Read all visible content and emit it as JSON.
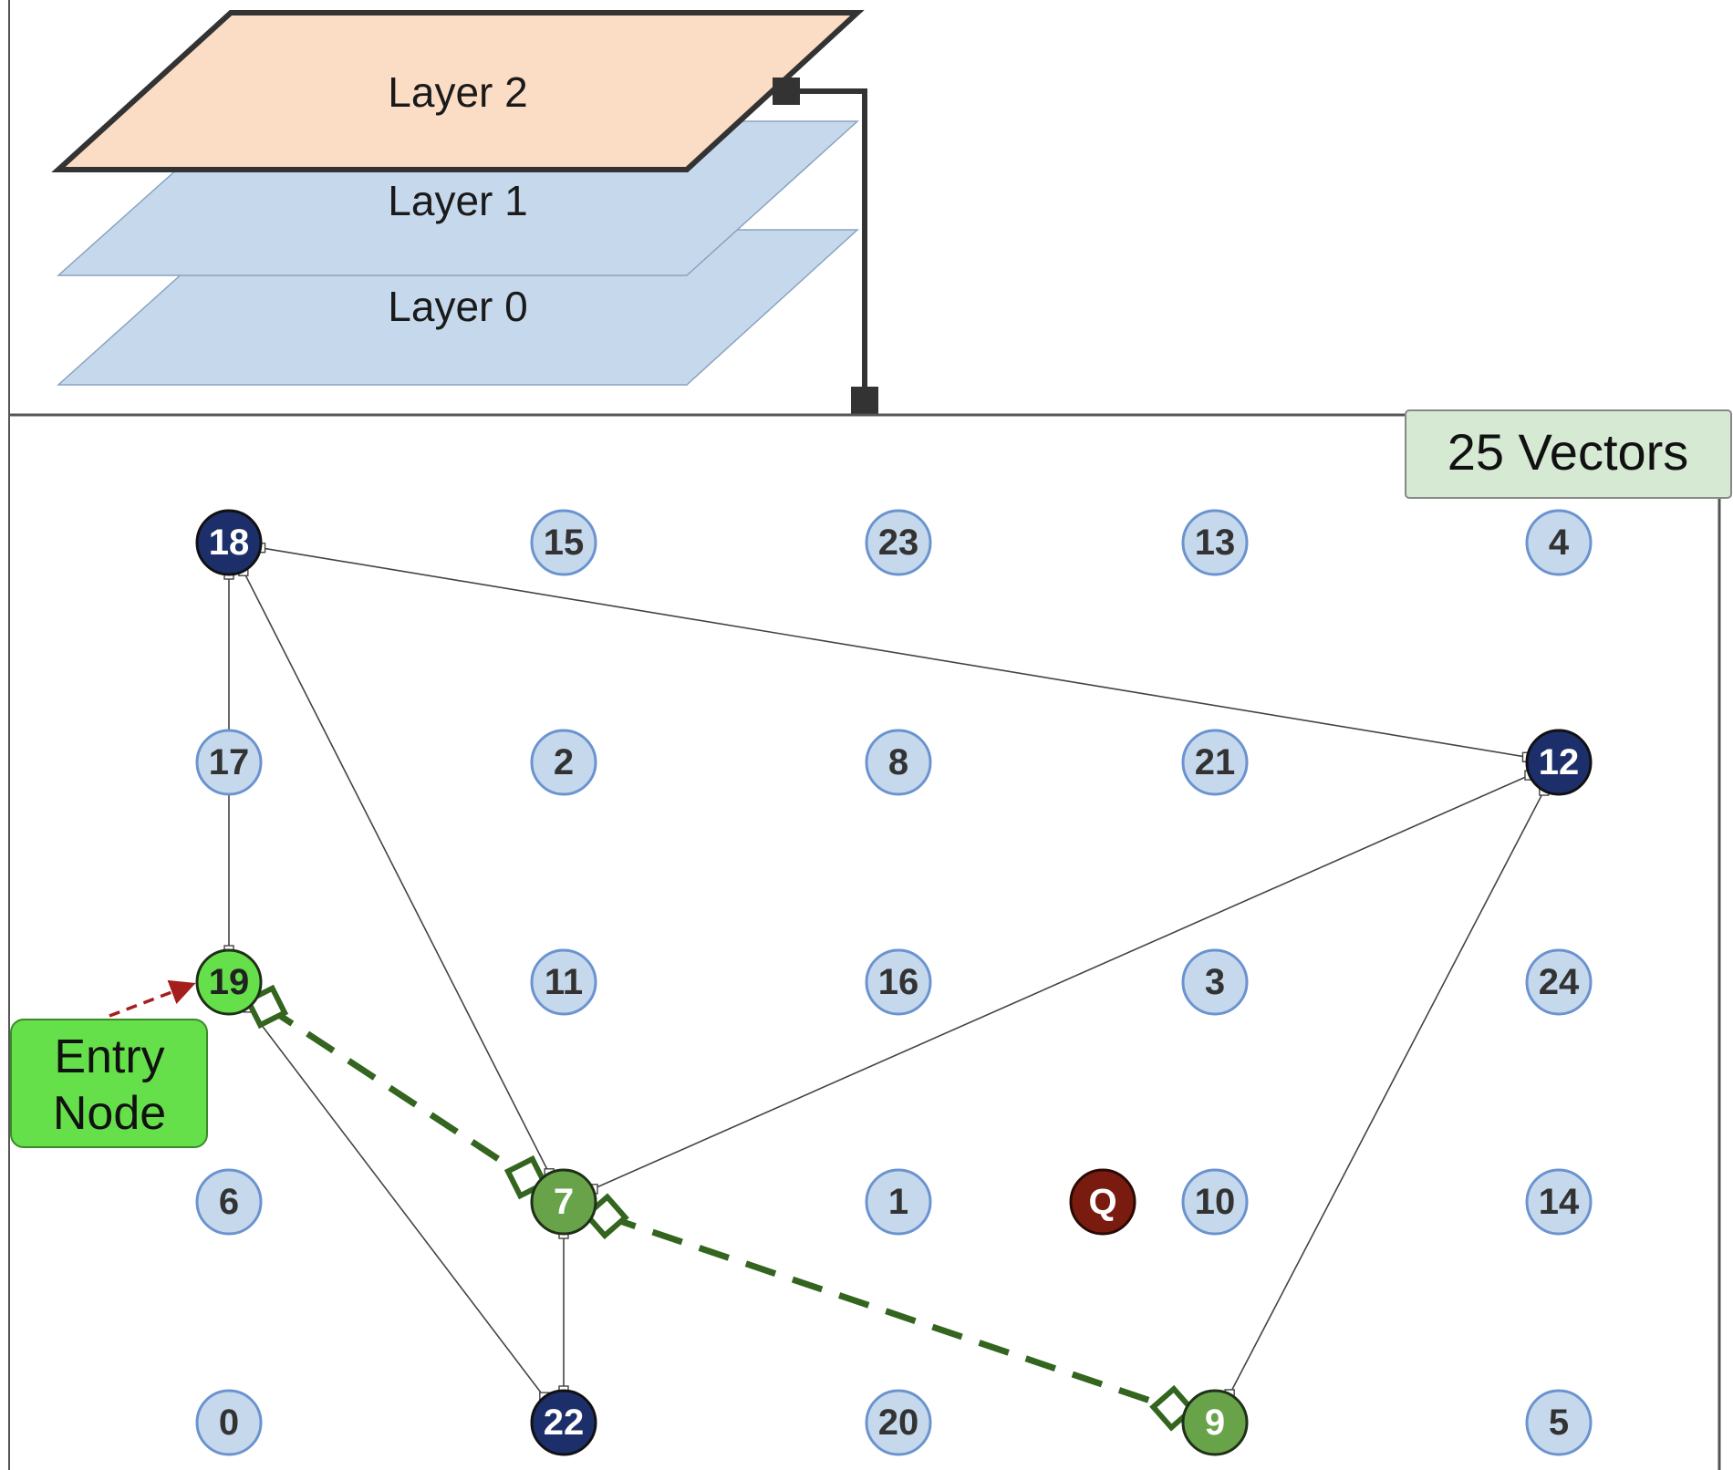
{
  "layers": [
    {
      "label": "Layer 2",
      "color": "#fbdcc5",
      "highlighted": true
    },
    {
      "label": "Layer 1",
      "color": "#c6d9ec",
      "highlighted": false
    },
    {
      "label": "Layer 0",
      "color": "#c6d9ec",
      "highlighted": false
    }
  ],
  "vectors_badge": "25 Vectors",
  "entry_label_lines": [
    "Entry",
    "Node"
  ],
  "colors": {
    "plain_node_fill": "#c6d9ec",
    "plain_node_stroke": "#6b93cf",
    "layer_node_fill": "#1d2f6b",
    "visited_node_fill": "#68a34a",
    "entry_node_fill": "#66e04a",
    "query_fill": "#7a1b10",
    "path_color": "#33651f",
    "entry_arrow": "#a61d1d",
    "badge_fill": "#d5e9d3"
  },
  "grid": {
    "rows": [
      [
        "18",
        "15",
        "23",
        "13",
        "4"
      ],
      [
        "17",
        "2",
        "8",
        "21",
        "12"
      ],
      [
        "19",
        "11",
        "16",
        "3",
        "24"
      ],
      [
        "6",
        "7",
        "1",
        "10",
        "14"
      ],
      [
        "0",
        "22",
        "20",
        "9",
        "5"
      ]
    ]
  },
  "query_label": "Q",
  "node_roles": {
    "18": "layer",
    "12": "layer",
    "22": "layer",
    "7": "visited",
    "9": "visited",
    "19": "entry"
  },
  "graph_edges": [
    [
      "18",
      "12"
    ],
    [
      "18",
      "19"
    ],
    [
      "18",
      "7"
    ],
    [
      "19",
      "22"
    ],
    [
      "7",
      "22"
    ],
    [
      "7",
      "12"
    ],
    [
      "9",
      "12"
    ]
  ],
  "search_path": [
    "19",
    "7",
    "9"
  ]
}
